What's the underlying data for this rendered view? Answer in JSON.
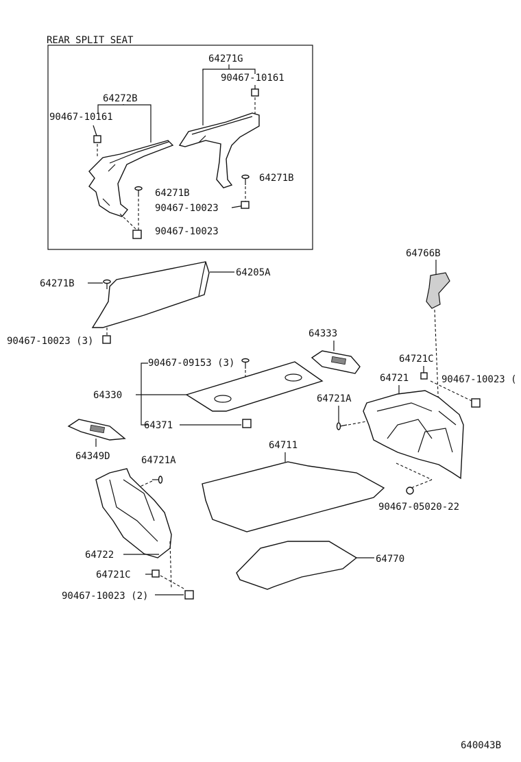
{
  "box_title": "REAR SPLIT SEAT",
  "footer_code": "640043B",
  "labels": {
    "p64271G": "64271G",
    "p90467_10161_a": "90467-10161",
    "p64272B": "64272B",
    "p90467_10161_b": "90467-10161",
    "p64271B_box_a": "64271B",
    "p64271B_box_b": "64271B",
    "p90467_10023_box_a": "90467-10023",
    "p90467_10023_box_b": "90467-10023",
    "p64271B": "64271B",
    "p64205A": "64205A",
    "p90467_10023_3": "90467-10023 (3)",
    "p64766B": "64766B",
    "p64333": "64333",
    "p64721C_right": "64721C",
    "p90467_09153_3": "90467-09153 (3)",
    "p64721": "64721",
    "p90467_10023_right": "90467-10023 (",
    "p64330": "64330",
    "p64721A_right": "64721A",
    "p64371": "64371",
    "p64349D": "64349D",
    "p64711": "64711",
    "p64721A_left": "64721A",
    "p90467_05020_22": "90467-05020-22",
    "p64722": "64722",
    "p64770": "64770",
    "p64721C_left": "64721C",
    "p90467_10023_2": "90467-10023 (2)"
  }
}
